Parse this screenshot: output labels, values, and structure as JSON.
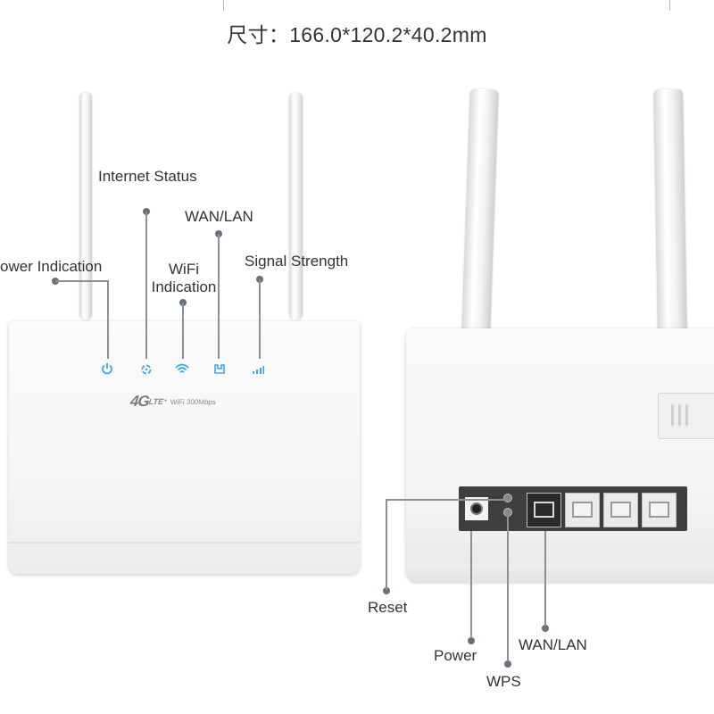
{
  "header": {
    "size_label": "尺寸：166.0*120.2*40.2mm"
  },
  "front": {
    "brand_4g": "4G",
    "brand_lte": "LTE⁺",
    "brand_wifi": "WiFi 300Mbps",
    "labels": {
      "power_indication": "ower Indication",
      "internet_status": "Internet Status",
      "wifi_indication_1": "WiFi",
      "wifi_indication_2": "Indication",
      "wan_lan": "WAN/LAN",
      "signal_strength": "Signal Strength"
    },
    "led_icons": [
      "power-icon",
      "internet-status-icon",
      "wifi-icon",
      "wan-lan-icon",
      "signal-bars-icon"
    ],
    "led_color": "#3aa9e8"
  },
  "back": {
    "labels": {
      "reset": "Reset",
      "power": "Power",
      "wps": "WPS",
      "wan_lan": "WAN/LAN"
    }
  },
  "colors": {
    "leader_line": "#8a9098",
    "leader_dot": "#68707a",
    "text": "#333333"
  }
}
